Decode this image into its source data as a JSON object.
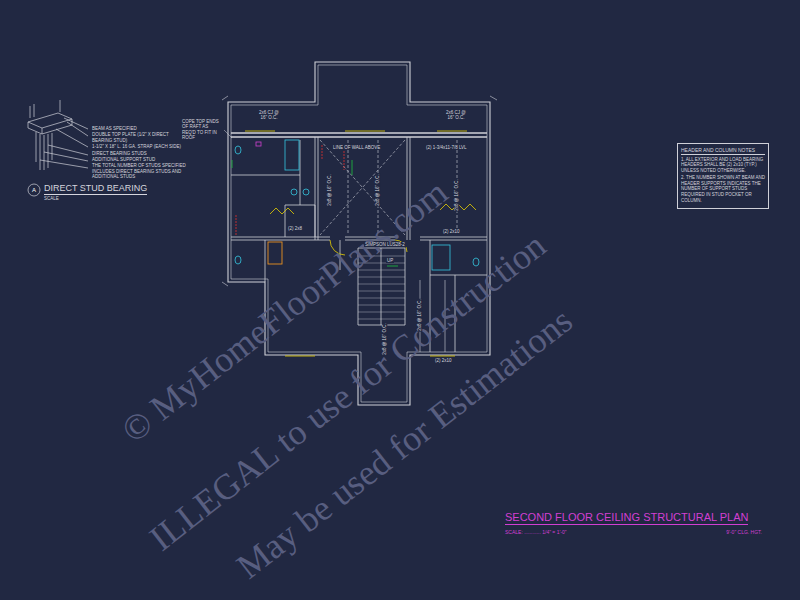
{
  "diagram": {
    "title": "SECOND FLOOR CEILING STRUCTURAL PLAN",
    "nodes": [
      {
        "text": [
          "HEADER AND COLUMN NOTES",
          "1. ALL EXTERIOR AND LOAD BEARING HEADERS SHALL BE (2) 2x10 (TYP.) UNLESS NOTED OTHERWISE.",
          "2. THE NUMBER SHOWN AT BEAM AND HEADER SUPPORTS INDICATES THE NUMBER OF SUPPORT STUDS REQUIRED IN STUD POCKET OR COLUMN."
        ]
      }
    ],
    "labels": [
      "BEAM AS SPECIFIED",
      "DOUBLE TOP PLATE (1/2\" X DIRECT BEARING STUD)",
      "1-1/2\" X 18\" L. 16 GA. STRAP (EACH SIDE)",
      "DIRECT BEARING STUDS",
      "ADDITIONAL SUPPORT STUD",
      "THE TOTAL NUMBER OF STUDS SPECIFIED INCLUDES DIRECT BEARING STUDS AND ADDITIONAL STUDS",
      "A",
      "DIRECT STUD BEARING",
      "SCALE",
      "COPE TOP ENDS OF RAFT AS REQ'D TO FIT IN ROOF",
      "2x6 CJ @ 16\" O.C.",
      "2x6 CJ @ 16\" O.C.",
      "LINE OF WALL ABOVE",
      "(2) 1-3/4x11-7/8 LVL",
      "2x8 @ 16\" O.C.",
      "2x8 @ 16\" O.C.",
      "2x8 @ 16\" O.C.",
      "(2) 2x8",
      "(2) 2x10",
      "SIMPSON LUS28-2",
      "UP",
      "2x8 @ 16\" O.C.",
      "2x8 @ 16\" O.C.",
      "(2) 2x10",
      "© MyHomeFloorPlans.com",
      "ILLEGAL to use for Construction",
      "May be used for Estimations",
      "SCALE: ............ 1/4\" = 1'-0\"",
      "9'-0\" CLG. HGT."
    ]
  }
}
